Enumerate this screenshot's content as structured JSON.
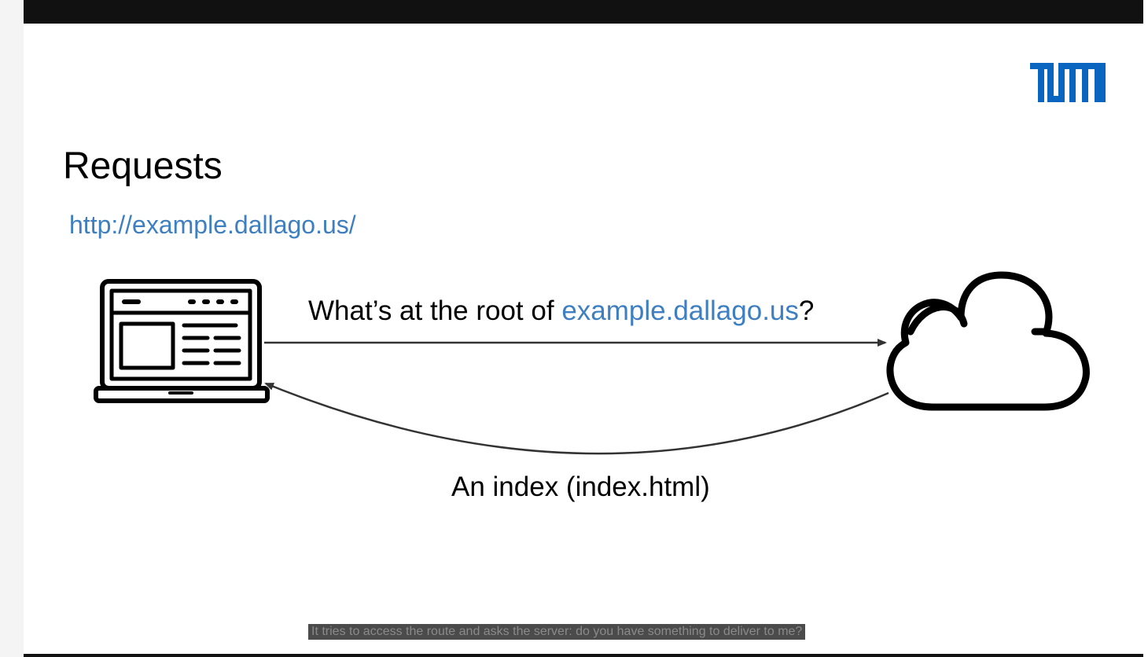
{
  "slide": {
    "title": "Requests",
    "url": "http://example.dallago.us/",
    "request": {
      "prefix": "What’s at the root of ",
      "link": "example.dallago.us",
      "suffix": "?"
    },
    "response": "An index (index.html)"
  },
  "logo": {
    "text": "TUM",
    "color": "#0a65c0"
  },
  "caption": "It tries to access the route and asks the server: do you have something to deliver to me?",
  "colors": {
    "link": "#3d7fc1",
    "bars": "#111112"
  }
}
